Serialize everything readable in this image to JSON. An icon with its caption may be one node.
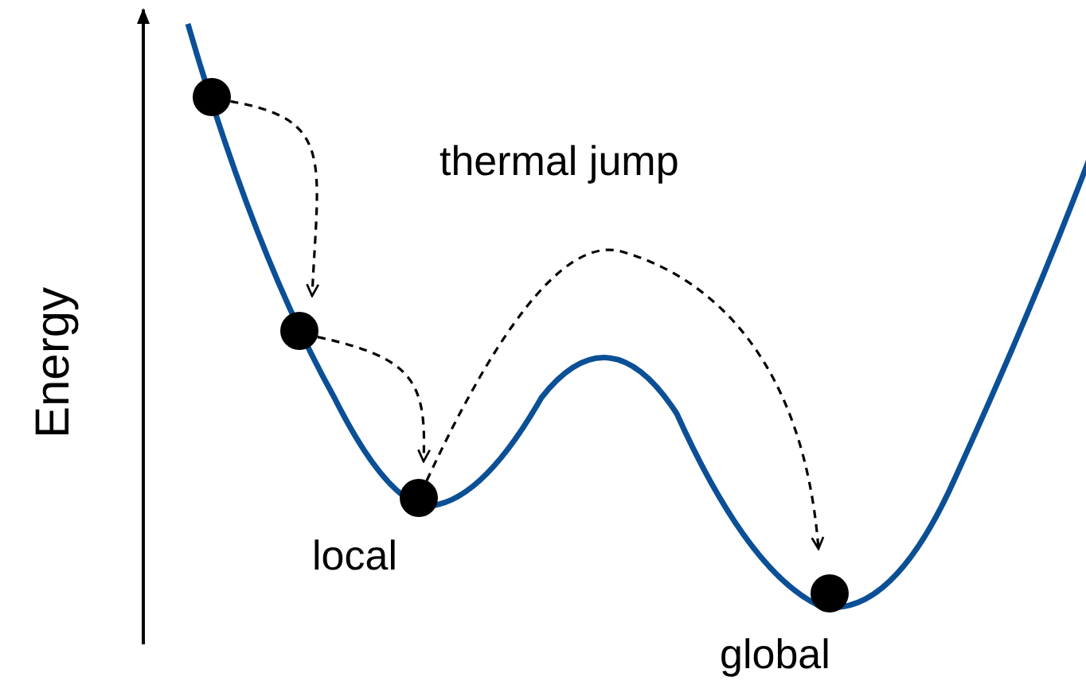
{
  "diagram": {
    "nodes": [
      {
        "text": [],
        "shape": "circle"
      },
      {
        "text": [],
        "shape": "circle"
      },
      {
        "text": [],
        "shape": "circle",
        "beside": [
          "local"
        ]
      },
      {
        "text": [],
        "shape": "circle",
        "beside": [
          "global"
        ]
      }
    ],
    "edges": [
      {
        "from": 0,
        "to": 1,
        "arrow": "to",
        "style": "dashed"
      },
      {
        "from": 1,
        "to": 2,
        "arrow": "to",
        "style": "dashed"
      },
      {
        "from": 2,
        "to": 3,
        "arrow": "to",
        "style": "dashed"
      }
    ],
    "labels": [
      "thermal jump",
      "Energy"
    ]
  }
}
